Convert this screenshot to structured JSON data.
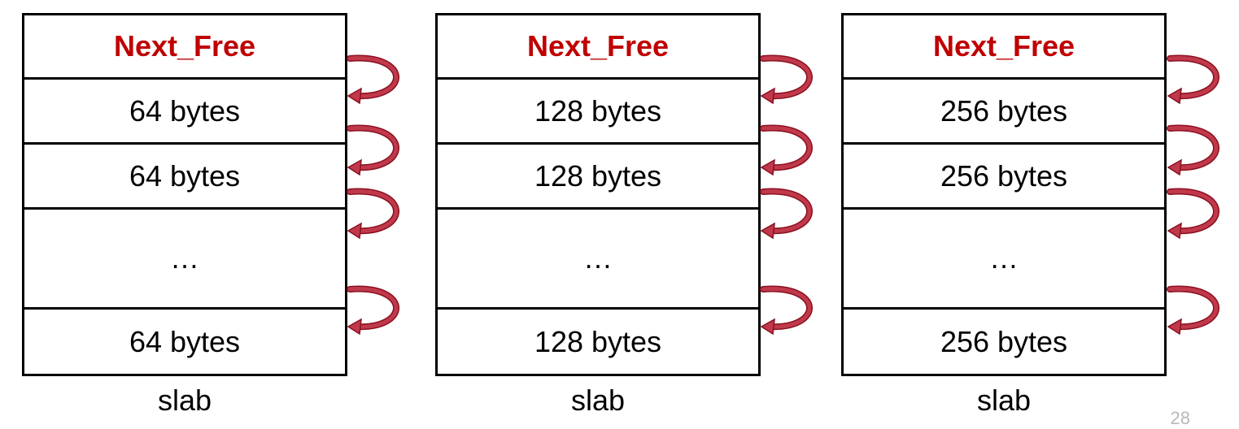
{
  "slabs": [
    {
      "header": "Next_Free",
      "cells": [
        "64 bytes",
        "64 bytes",
        "…",
        "64 bytes"
      ],
      "caption": "slab"
    },
    {
      "header": "Next_Free",
      "cells": [
        "128 bytes",
        "128 bytes",
        "…",
        "128 bytes"
      ],
      "caption": "slab"
    },
    {
      "header": "Next_Free",
      "cells": [
        "256 bytes",
        "256 bytes",
        "…",
        "256 bytes"
      ],
      "caption": "slab"
    }
  ],
  "page_number": "28",
  "colors": {
    "header_text": "#c00000",
    "arrow": "#c0394b"
  }
}
